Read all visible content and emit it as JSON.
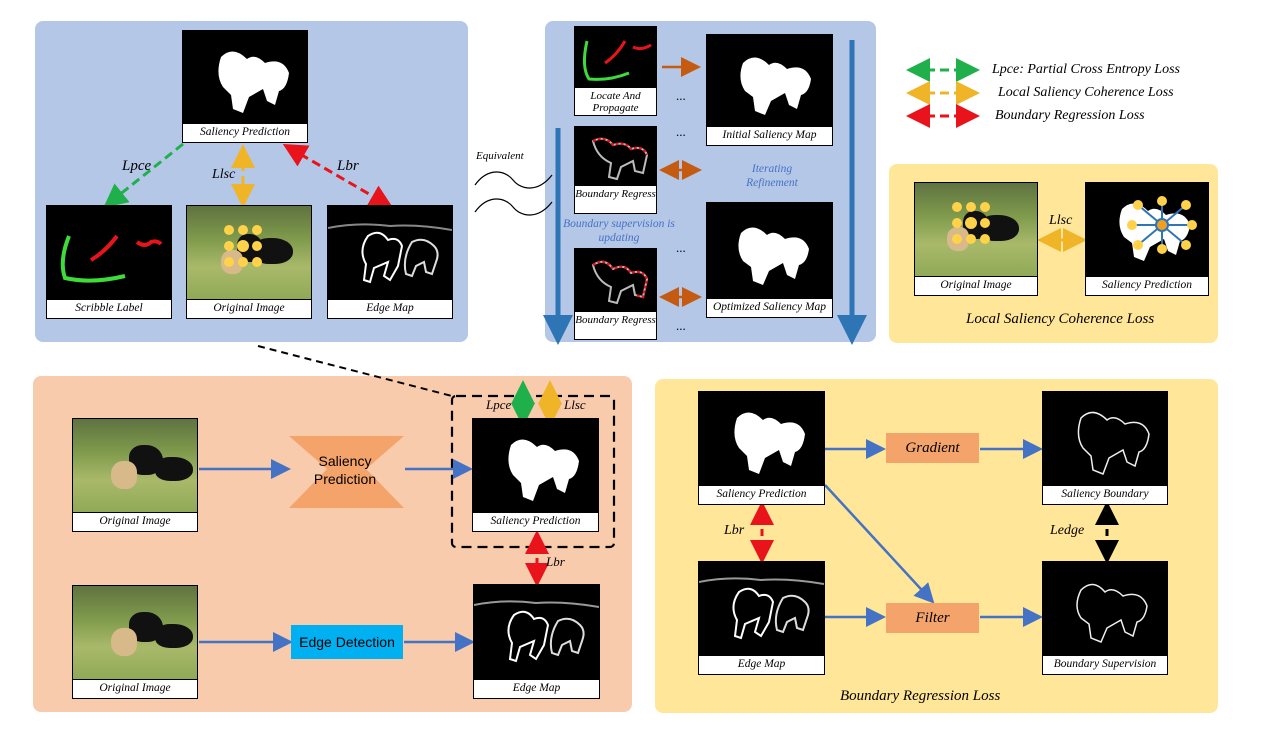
{
  "panels": {
    "local_loss_title": "Local Saliency Coherence Loss",
    "boundary_loss_title": "Boundary Regression Loss"
  },
  "legend": {
    "pce": "Lpce: Partial Cross Entropy Loss",
    "lsc": "Local Saliency Coherence Loss",
    "br": "Boundary Regression Loss"
  },
  "top_left": {
    "saliency_prediction": "Saliency Prediction",
    "scribble_label": "Scribble Label",
    "original_image": "Original Image",
    "edge_map": "Edge Map",
    "lpce": "Lpce",
    "llsc": "Llsc",
    "lbr": "Lbr"
  },
  "equivalent": "Equivalent",
  "top_mid": {
    "locate_propagate": "Locate And Propagate",
    "boundary_regress_1": "Boundary Regress",
    "boundary_regress_2": "Boundary Regress",
    "initial_map": "Initial Saliency Map",
    "optimized_map": "Optimized Saliency Map",
    "iterating": "Iterating Refinement",
    "boundary_supervision": "Boundary supervision is updating",
    "ellipsis": "..."
  },
  "local_panel": {
    "original_image": "Original Image",
    "saliency_prediction": "Saliency Prediction",
    "llsc": "Llsc"
  },
  "pipeline": {
    "original_image_1": "Original Image",
    "original_image_2": "Original Image",
    "saliency_prediction_block": "Saliency Prediction",
    "saliency_prediction_out": "Saliency Prediction",
    "edge_detection": "Edge Detection",
    "edge_map": "Edge Map",
    "lpce": "Lpce",
    "llsc": "Llsc",
    "lbr": "Lbr"
  },
  "boundary_panel": {
    "saliency_prediction": "Saliency Prediction",
    "edge_map": "Edge Map",
    "gradient": "Gradient",
    "filter": "Filter",
    "saliency_boundary": "Saliency Boundary",
    "boundary_supervision": "Boundary Supervision",
    "lbr": "Lbr",
    "ledge": "Ledge"
  },
  "colors": {
    "pce": "#1fb04b",
    "lsc": "#f0b429",
    "br": "#e8131b",
    "flow": "#4472c4",
    "ochre": "#c55a11",
    "deep_blue": "#2e75b6",
    "orange_box": "#f4a36b",
    "cyan_box": "#00b0f0"
  }
}
